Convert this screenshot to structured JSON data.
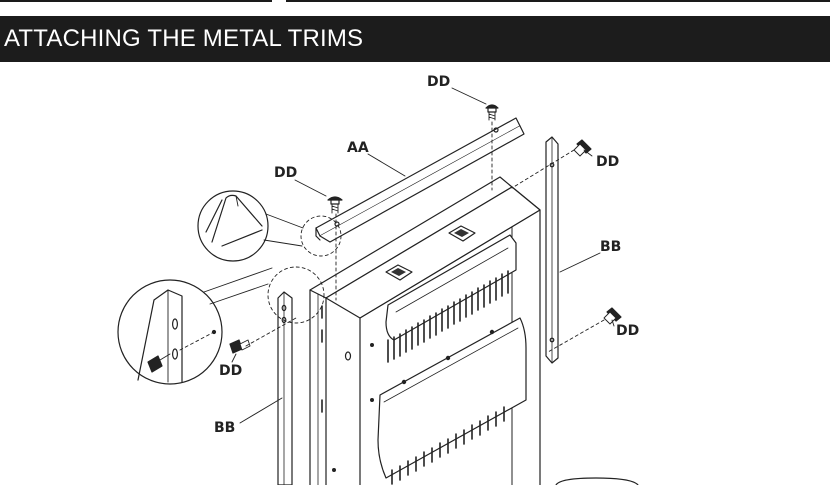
{
  "header": {
    "title": "ATTACHING THE METAL TRIMS"
  },
  "labels": {
    "dd_top": "DD",
    "aa": "AA",
    "dd_left_top": "DD",
    "dd_right_top": "DD",
    "bb_right": "BB",
    "dd_right_bottom": "DD",
    "dd_left_bottom": "DD",
    "bb_left": "BB"
  },
  "colors": {
    "header_bg": "#1c1c1c",
    "header_text": "#ffffff",
    "line": "#222222"
  }
}
